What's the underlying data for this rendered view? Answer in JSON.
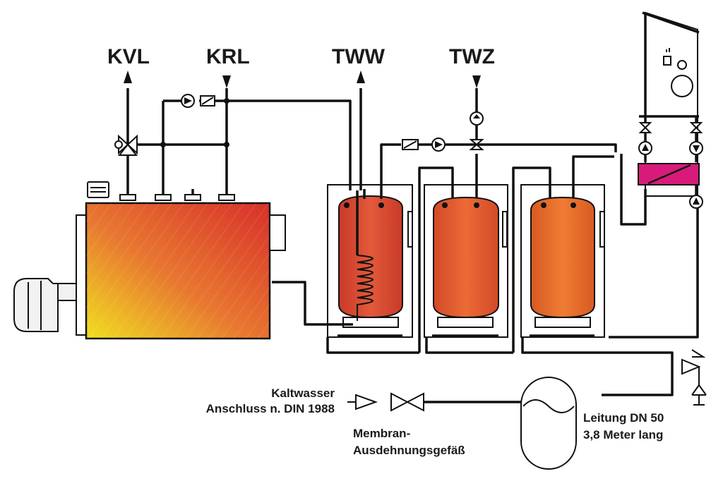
{
  "labels": {
    "kvl": "KVL",
    "krl": "KRL",
    "tww": "TWW",
    "twz": "TWZ",
    "kaltwasser_1": "Kaltwasser",
    "kaltwasser_2": "Anschluss n. DIN 1988",
    "membran_1": "Membran-",
    "membran_2": "Ausdehnungsgefäß",
    "leitung_1": "Leitung DN 50",
    "leitung_2": "3,8 Meter lang"
  },
  "colors": {
    "boiler_top": "#d8302a",
    "boiler_mid": "#e87830",
    "boiler_bottom": "#f0e020",
    "tank1": "#d8452f",
    "tank2": "#e0552c",
    "tank3": "#e06a28",
    "heat_exchanger": "#d81b7a",
    "pipe": "#111111"
  },
  "icons": [
    "arrow-up-icon",
    "arrow-down-icon",
    "pump-icon",
    "check-valve-icon",
    "three-way-valve-icon",
    "gate-valve-icon",
    "safety-valve-icon",
    "coil-icon",
    "burner-icon"
  ]
}
